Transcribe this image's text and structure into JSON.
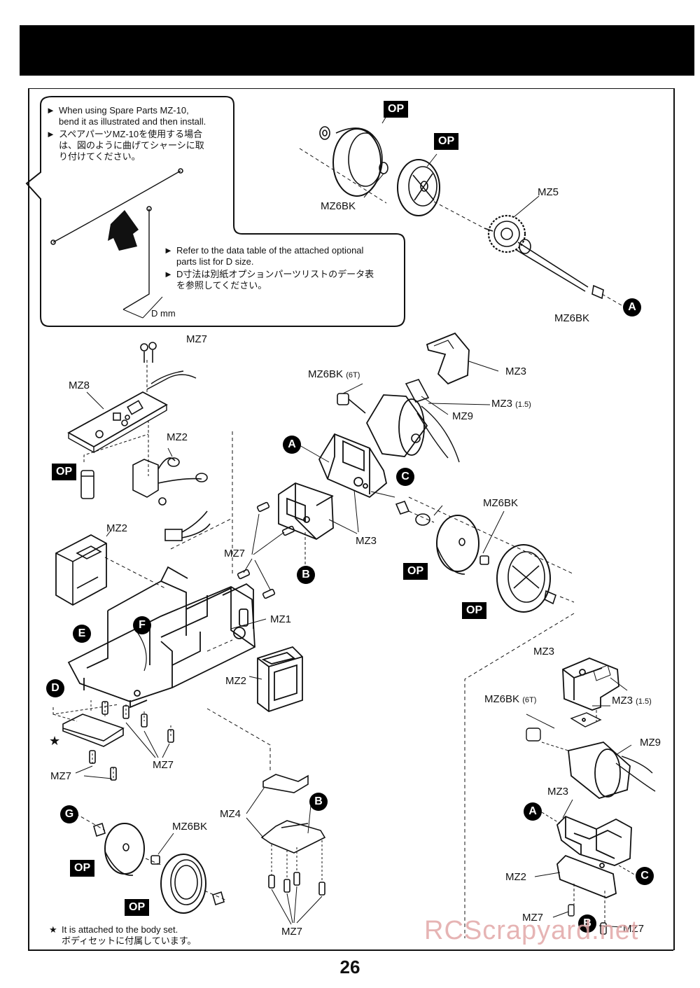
{
  "page": {
    "number": "26",
    "watermark": "RCScrapyard.net"
  },
  "callouts": {
    "spare_note_en": "When using Spare Parts MZ-10, bend it as illustrated and then install.",
    "spare_note_en_1": "When using Spare Parts MZ-10,",
    "spare_note_en_2": "bend it as illustrated and then install.",
    "spare_note_jp_1": "スペアパーツMZ-10を使用する場合",
    "spare_note_jp_2": "は、図のように曲げてシャーシに取",
    "spare_note_jp_3": "り付けてください。",
    "refer_en_1": "Refer to the data table of the attached optional",
    "refer_en_2": "parts list for D size.",
    "refer_jp_1": "D寸法は別紙オプションパーツリストのデータ表",
    "refer_jp_2": "を参照してください。",
    "d_mm": "D mm",
    "star_en": "It is attached to the body set.",
    "star_jp": "ボディセットに付属しています。",
    "bullet": "►",
    "star": "★"
  },
  "badges": {
    "op": "OP",
    "A": "A",
    "B": "B",
    "C": "C",
    "D": "D",
    "E": "E",
    "F": "F",
    "G": "G"
  },
  "labels": {
    "mz1": "MZ1",
    "mz2": "MZ2",
    "mz3": "MZ3",
    "mz3_15": "MZ3",
    "paren_15": "(1.5)",
    "mz4": "MZ4",
    "mz5": "MZ5",
    "mz6bk": "MZ6BK",
    "paren_6t": "(6T)",
    "mz7": "MZ7",
    "mz8": "MZ8",
    "mz9": "MZ9"
  }
}
